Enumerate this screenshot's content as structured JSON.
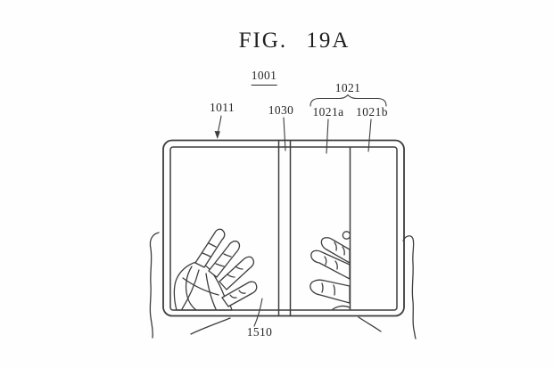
{
  "figure": {
    "title": "FIG. 19A",
    "labels": {
      "ref_1001": "1001",
      "ref_1011": "1011",
      "ref_1021": "1021",
      "ref_1021a": "1021a",
      "ref_1021b": "1021b",
      "ref_1030": "1030",
      "ref_1510": "1510"
    }
  },
  "colors": {
    "background": "#fefefe",
    "line": "#3d3d3d",
    "text": "#262626"
  }
}
